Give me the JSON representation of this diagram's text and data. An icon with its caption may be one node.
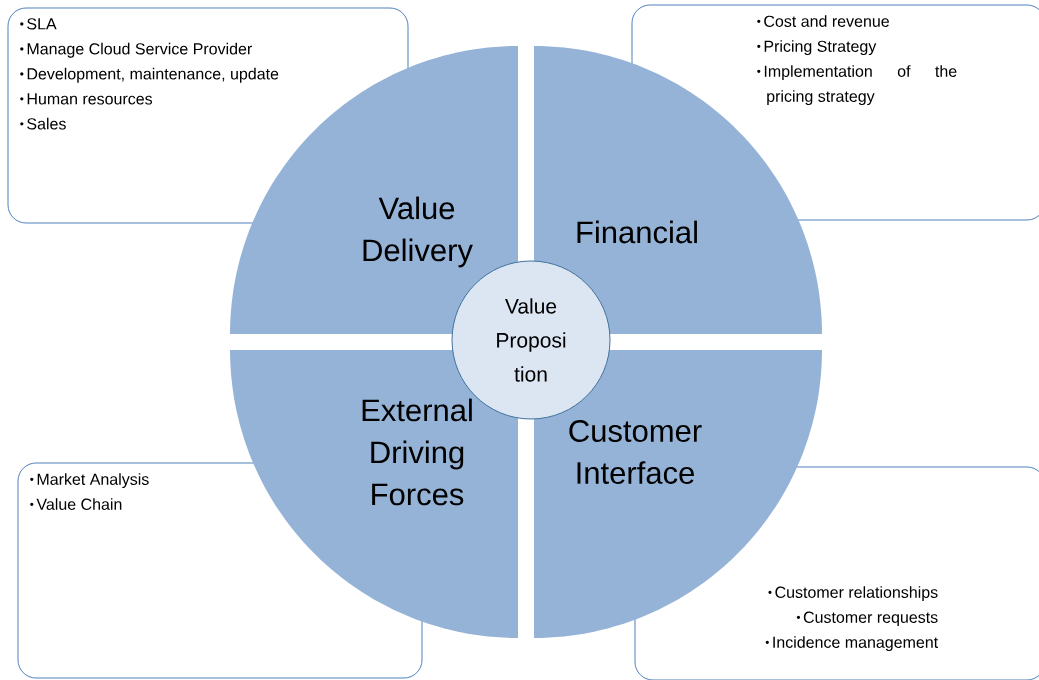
{
  "diagram": {
    "nodes": [
      {
        "text": [
          "Value Delivery"
        ]
      },
      {
        "text": [
          "Financial"
        ]
      },
      {
        "text": [
          "External Driving Forces"
        ]
      },
      {
        "text": [
          "Customer Interface"
        ]
      },
      {
        "text": [
          "Value Proposi tion"
        ]
      },
      {
        "text": [
          "SLA",
          "Manage Cloud Service Provider",
          "Development, maintenance, update",
          "Human resources",
          "Sales"
        ]
      },
      {
        "text": [
          "Cost and revenue",
          "Pricing Strategy",
          "Implementation of the pricing strategy"
        ]
      },
      {
        "text": [
          "Market Analysis",
          "Value Chain"
        ]
      },
      {
        "text": [
          "Customer relationships",
          "Customer requests",
          "Incidence management"
        ]
      }
    ]
  }
}
